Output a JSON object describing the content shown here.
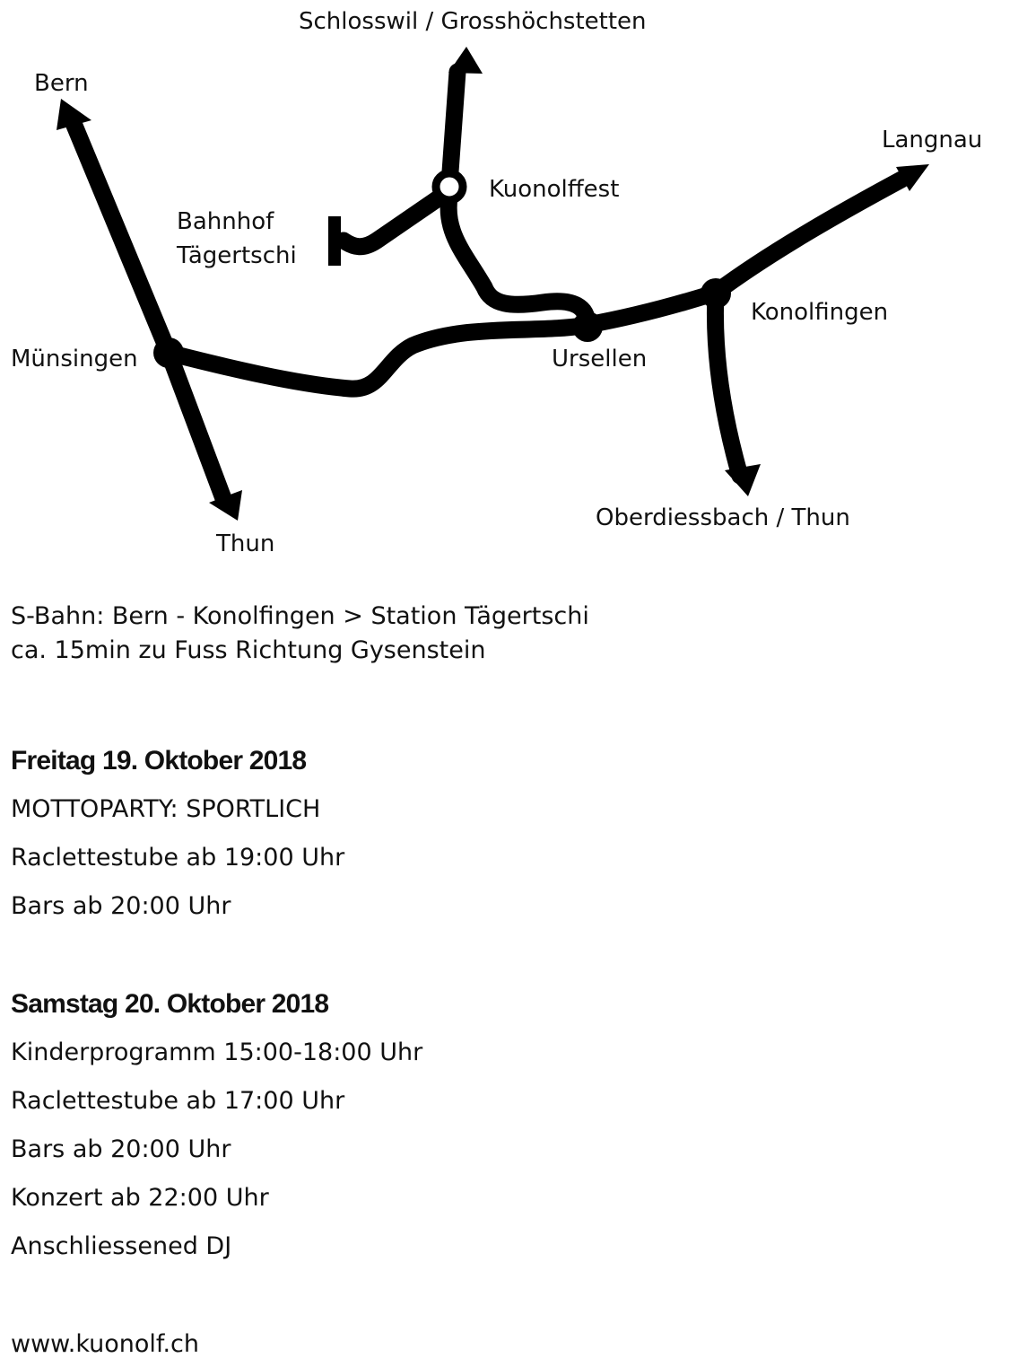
{
  "map": {
    "labels": {
      "schlosswil": "Schlosswil / Grosshöchstetten",
      "bern": "Bern",
      "langnau": "Langnau",
      "kuonolffest": "Kuonolffest",
      "bahnhof_line1": "Bahnhof",
      "bahnhof_line2": "Tägertschi",
      "konolfingen": "Konolfingen",
      "muensingen": "Münsingen",
      "ursellen": "Ursellen",
      "oberdiessbach": "Oberdiessbach / Thun",
      "thun": "Thun"
    },
    "colors": {
      "road": "#000000",
      "background": "#ffffff"
    }
  },
  "directions": {
    "line1": "S-Bahn: Bern - Konolfingen > Station Tägertschi",
    "line2": "ca. 15min zu Fuss Richtung Gysenstein"
  },
  "friday": {
    "title": "Freitag 19. Oktober 2018",
    "items": [
      "MOTTOPARTY: SPORTLICH",
      "Raclettestube ab 19:00 Uhr",
      "Bars ab 20:00 Uhr"
    ]
  },
  "saturday": {
    "title": "Samstag 20. Oktober 2018",
    "items": [
      "Kinderprogramm 15:00-18:00 Uhr",
      "Raclettestube ab 17:00 Uhr",
      "Bars ab 20:00 Uhr",
      "Konzert ab 22:00 Uhr",
      "Anschliessened DJ"
    ]
  },
  "website": "www.kuonolf.ch"
}
